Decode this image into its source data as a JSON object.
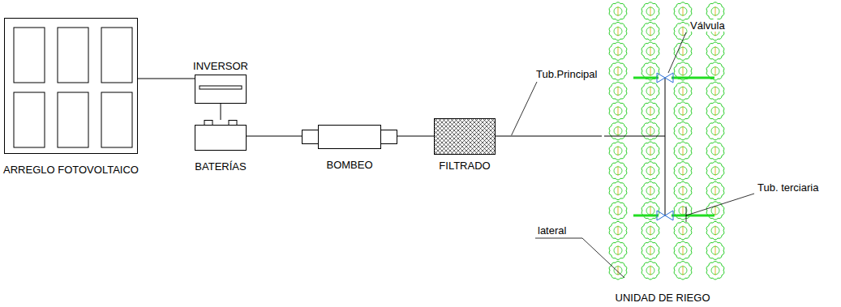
{
  "diagram": {
    "nodes": [
      {
        "text": [
          "ARREGLO FOTOVOLTAICO"
        ]
      },
      {
        "text": [
          "INVERSOR"
        ]
      },
      {
        "text": [
          "BATERÍAS"
        ]
      },
      {
        "text": [
          "BOMBEO"
        ]
      },
      {
        "text": [
          "FILTRADO"
        ]
      },
      {
        "text": [
          "UNIDAD DE RIEGO"
        ]
      }
    ],
    "edges": [
      {
        "from": 0,
        "to": 1,
        "arrow": "none"
      },
      {
        "from": 1,
        "to": 2,
        "arrow": "none"
      },
      {
        "from": 2,
        "to": 3,
        "arrow": "none"
      },
      {
        "from": 3,
        "to": 4,
        "arrow": "none"
      },
      {
        "from": 4,
        "to": 5,
        "label": "Tub.Principal",
        "arrow": "none"
      }
    ],
    "labels": [
      "Válvula",
      "Tub. terciaria",
      "lateral"
    ]
  }
}
